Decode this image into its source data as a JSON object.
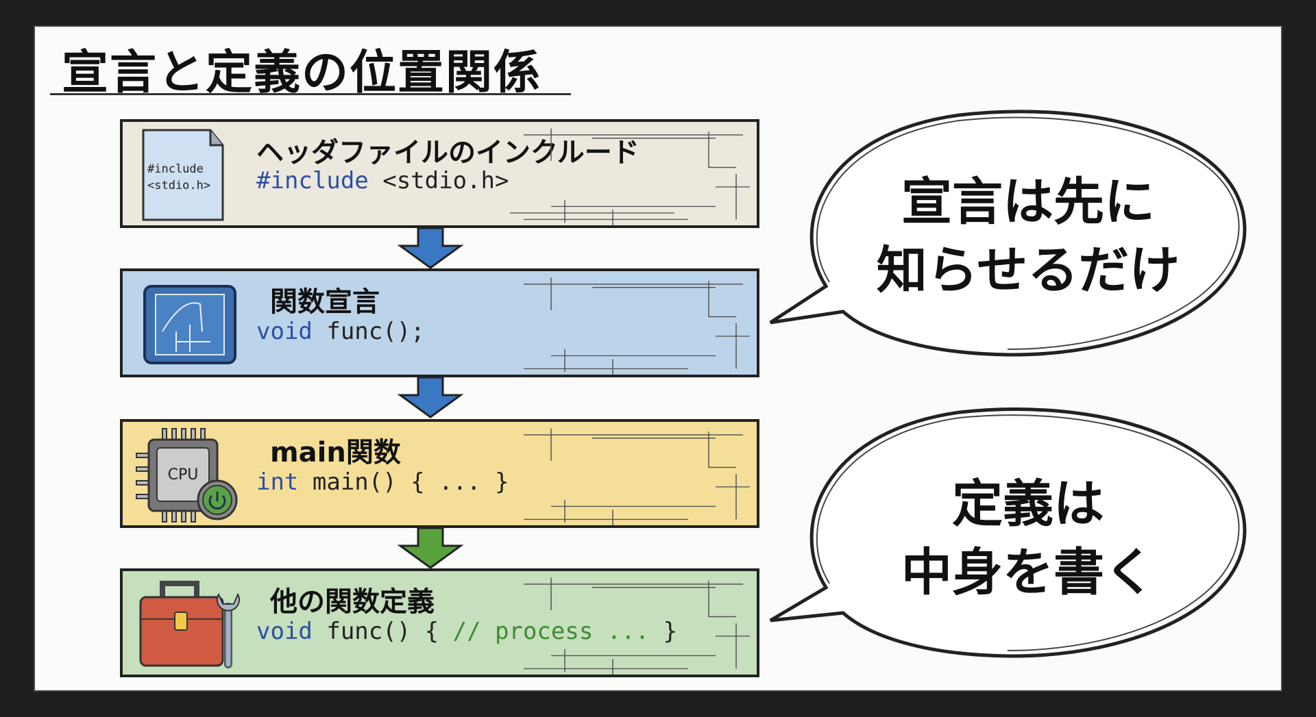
{
  "title": "宣言と定義の位置関係",
  "steps": [
    {
      "heading": "ヘッダファイルのインクルード",
      "code_kw": "#include",
      "code_rest": " <stdio.h>",
      "icon": "document-icon",
      "icon_text_1": "#include",
      "icon_text_2": "<stdio.h>",
      "color": "#ece8de"
    },
    {
      "heading": "関数宣言",
      "code_kw": "void",
      "code_rest": " func();",
      "icon": "blueprint-icon",
      "color": "#bcd4ea"
    },
    {
      "heading": "main関数",
      "code_kw": "int",
      "code_rest": " main() { ... }",
      "icon": "cpu-power-icon",
      "icon_text": "CPU",
      "color": "#f5df98"
    },
    {
      "heading": "他の関数定義",
      "code_kw": "void",
      "code_rest": " func() { ",
      "code_comment": "// process ...",
      "code_end": " }",
      "icon": "toolbox-wrench-icon",
      "color": "#c6dfbd"
    }
  ],
  "bubbles": [
    {
      "line1": "宣言は先に",
      "line2": "知らせるだけ"
    },
    {
      "line1": "定義は",
      "line2": "中身を書く"
    }
  ],
  "arrow_colors": [
    "#3a78c4",
    "#3a78c4",
    "#5aa23c"
  ]
}
